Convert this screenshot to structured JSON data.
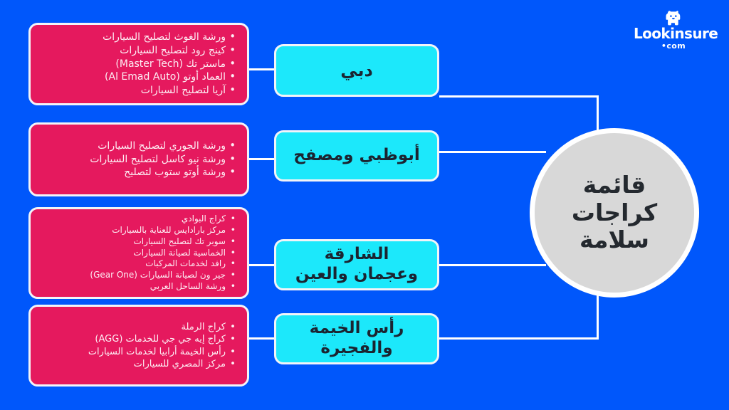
{
  "colors": {
    "background": "#0057fb",
    "card_pink": "#e5195e",
    "card_cyan": "#1ce8fb",
    "hub_fill": "#d8d8d8",
    "outline": "#f2f4f8",
    "text_dark": "#1b2431"
  },
  "logo": {
    "icon": "bulldog-icon",
    "wordmark": "Lookinsure",
    "suffix": "•com"
  },
  "hub": {
    "line1": "قائمة",
    "line2": "كراجات",
    "line3": "سلامة"
  },
  "branches": [
    {
      "region_label": "دبي",
      "region_lines": [
        "دبي"
      ],
      "garages": [
        "ورشة الغوث لتصليح السيارات",
        "كينج رود لتصليح السيارات",
        "ماستر تك (Master Tech)",
        "العماد أوتو (Al Emad Auto)",
        "آريا لتصليح السيارات"
      ]
    },
    {
      "region_label": "أبوظبي ومصفح",
      "region_lines": [
        "أبوظبي ومصفح"
      ],
      "garages": [
        "ورشة الجوري لتصليح السيارات",
        "ورشة نيو كاسل لتصليح السيارات",
        "ورشة أوتو ستوب لتصليح"
      ]
    },
    {
      "region_label": "الشارقة وعجمان والعين",
      "region_lines": [
        "الشارقة",
        "وعجمان والعين"
      ],
      "garages": [
        "كراج البوادي",
        "مركز بارادايس للعناية بالسيارات",
        "سوبر تك لتصليح السيارات",
        "الخماسية لصيانة السيارات",
        "رافد لخدمات المركبات",
        "جير ون لصيانة السيارات (Gear One)",
        "ورشة الساحل العربي"
      ]
    },
    {
      "region_label": "رأس الخيمة والفجيرة",
      "region_lines": [
        "رأس الخيمة",
        "والفجيرة"
      ],
      "garages": [
        "كراج الرملة",
        "كراج إيه جي جي للخدمات (AGG)",
        "رأس الخيمة أرابيا لخدمات السيارات",
        "مركز المصري للسيارات"
      ]
    }
  ]
}
